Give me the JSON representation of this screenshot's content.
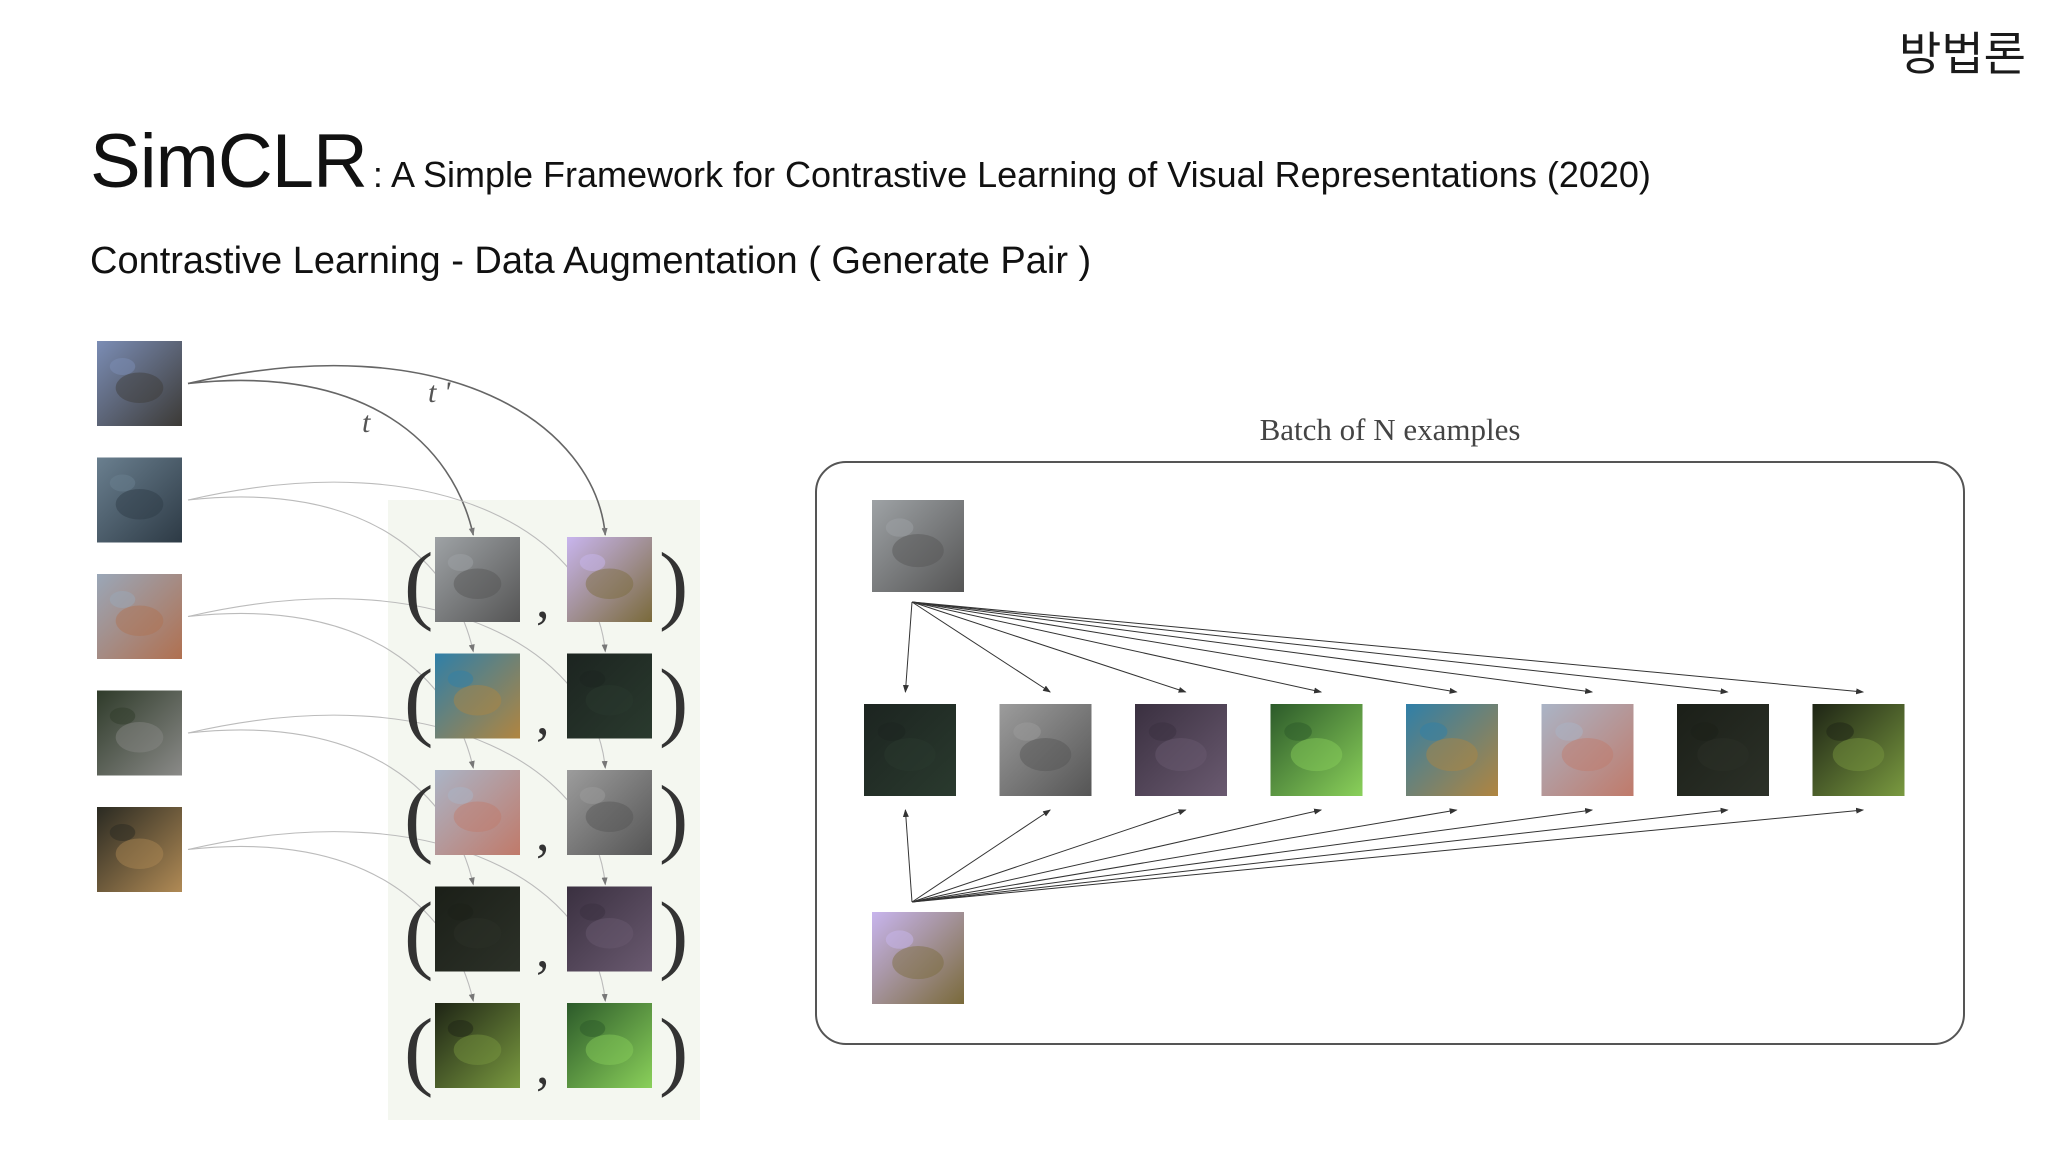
{
  "header": {
    "corner_label": "방법론",
    "title_main": "SimCLR",
    "title_sub": ": A Simple Framework for Contrastive Learning of Visual Representations (2020)",
    "subtitle": "Contrastive Learning - Data Augmentation ( Generate Pair )"
  },
  "left_diagram": {
    "arrow_label_t": "t",
    "arrow_label_t_prime": "t '",
    "sources": [
      {
        "subject": "airplane",
        "colors": [
          "#7b8db5",
          "#3c3a36"
        ]
      },
      {
        "subject": "vintage-car",
        "colors": [
          "#6a7f8f",
          "#2d3a45"
        ]
      },
      {
        "subject": "monkey",
        "colors": [
          "#9aa7b8",
          "#b07050"
        ]
      },
      {
        "subject": "monkey-dark",
        "colors": [
          "#2f3b2a",
          "#8a8a88"
        ]
      },
      {
        "subject": "bird",
        "colors": [
          "#2a2a22",
          "#b08a55"
        ]
      }
    ],
    "pairs": [
      {
        "left": {
          "subject": "airplane-gray",
          "colors": [
            "#9ea2a5",
            "#555"
          ]
        },
        "right": {
          "subject": "airplane-violet",
          "colors": [
            "#c8b5ee",
            "#7a6a3a"
          ]
        }
      },
      {
        "left": {
          "subject": "car-crop",
          "colors": [
            "#2f7fa8",
            "#b08540"
          ]
        },
        "right": {
          "subject": "car-dark",
          "colors": [
            "#1c2420",
            "#2a3a2e"
          ]
        }
      },
      {
        "left": {
          "subject": "monkey-color",
          "colors": [
            "#aab4c6",
            "#c07a6a"
          ]
        },
        "right": {
          "subject": "monkey-gray",
          "colors": [
            "#9c9c9c",
            "#555"
          ]
        }
      },
      {
        "left": {
          "subject": "dark-crop",
          "colors": [
            "#1b1f18",
            "#2c3128"
          ]
        },
        "right": {
          "subject": "monkey-blur",
          "colors": [
            "#3a3040",
            "#6a5a70"
          ]
        }
      },
      {
        "left": {
          "subject": "bird-dark",
          "colors": [
            "#1e2415",
            "#7a9a40"
          ]
        },
        "right": {
          "subject": "bird-green",
          "colors": [
            "#2c5a2a",
            "#8ad05a"
          ]
        }
      }
    ],
    "paren_open": "(",
    "paren_close": ")",
    "comma": ","
  },
  "right_diagram": {
    "label": "Batch of N examples",
    "anchor_top": {
      "subject": "airplane-gray",
      "colors": [
        "#9ea2a5",
        "#555"
      ]
    },
    "anchor_bottom": {
      "subject": "airplane-violet",
      "colors": [
        "#c8b5ee",
        "#7a6a3a"
      ]
    },
    "row": [
      {
        "subject": "car-dark",
        "colors": [
          "#1c2420",
          "#2a3a2e"
        ]
      },
      {
        "subject": "monkey-gray",
        "colors": [
          "#9c9c9c",
          "#555"
        ]
      },
      {
        "subject": "monkey-blur",
        "colors": [
          "#3a3040",
          "#6a5a70"
        ]
      },
      {
        "subject": "bird-green",
        "colors": [
          "#2c5a2a",
          "#8ad05a"
        ]
      },
      {
        "subject": "car-crop",
        "colors": [
          "#2f7fa8",
          "#b08540"
        ]
      },
      {
        "subject": "monkey-color",
        "colors": [
          "#aab4c6",
          "#c07a6a"
        ]
      },
      {
        "subject": "dark-crop",
        "colors": [
          "#1b1f18",
          "#2c3128"
        ]
      },
      {
        "subject": "bird-dark",
        "colors": [
          "#1e2415",
          "#7a9a40"
        ]
      }
    ]
  }
}
